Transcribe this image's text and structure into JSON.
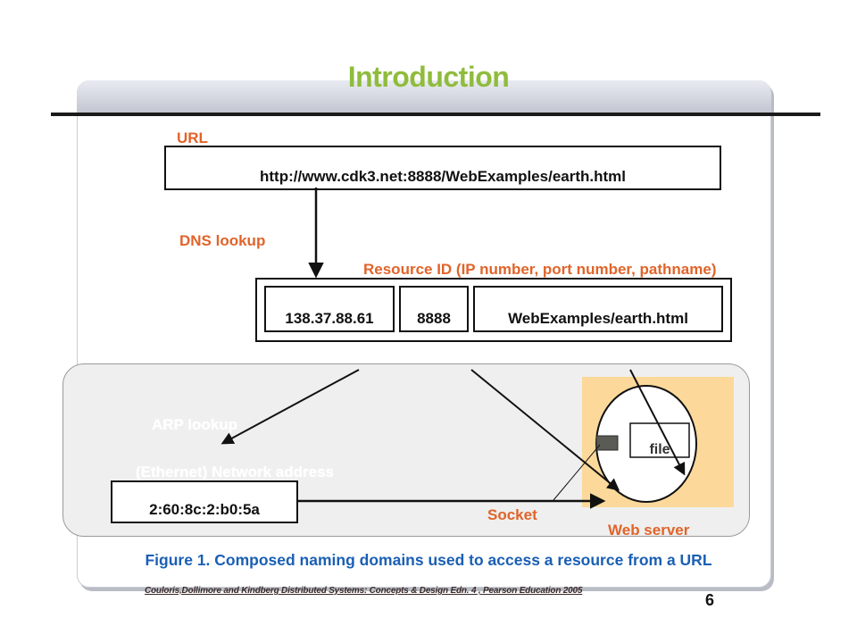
{
  "slide": {
    "title": "Introduction",
    "page_number": "6"
  },
  "diagram": {
    "url_label": "URL",
    "url_text": "http://www.cdk3.net:8888/WebExamples/earth.html",
    "dns_label": "DNS lookup",
    "resource_id_label": "Resource ID (IP number, port number, pathname)",
    "ip_number": "138.37.88.61",
    "port_number": "8888",
    "pathname": "WebExamples/earth.html",
    "arp_label": "ARP lookup",
    "network_address_label": "(Ethernet) Network address",
    "network_address": "2:60:8c:2:b0:5a",
    "socket_label": "Socket",
    "file_label": "file",
    "web_server_label": "Web server"
  },
  "caption": "Figure 1. Composed naming domains used to access a resource from a URL",
  "credit": "Couloris,Dollimore and Kindberg  Distributed Systems: Concepts & Design  Edn. 4 ,  Pearson Education 2005",
  "colors": {
    "title": "#8fbc3c",
    "label_red": "#e0642a",
    "caption_blue": "#1a5fb4",
    "web_server_fill": "#fcd99a",
    "network_zone_fill": "#efefef"
  }
}
